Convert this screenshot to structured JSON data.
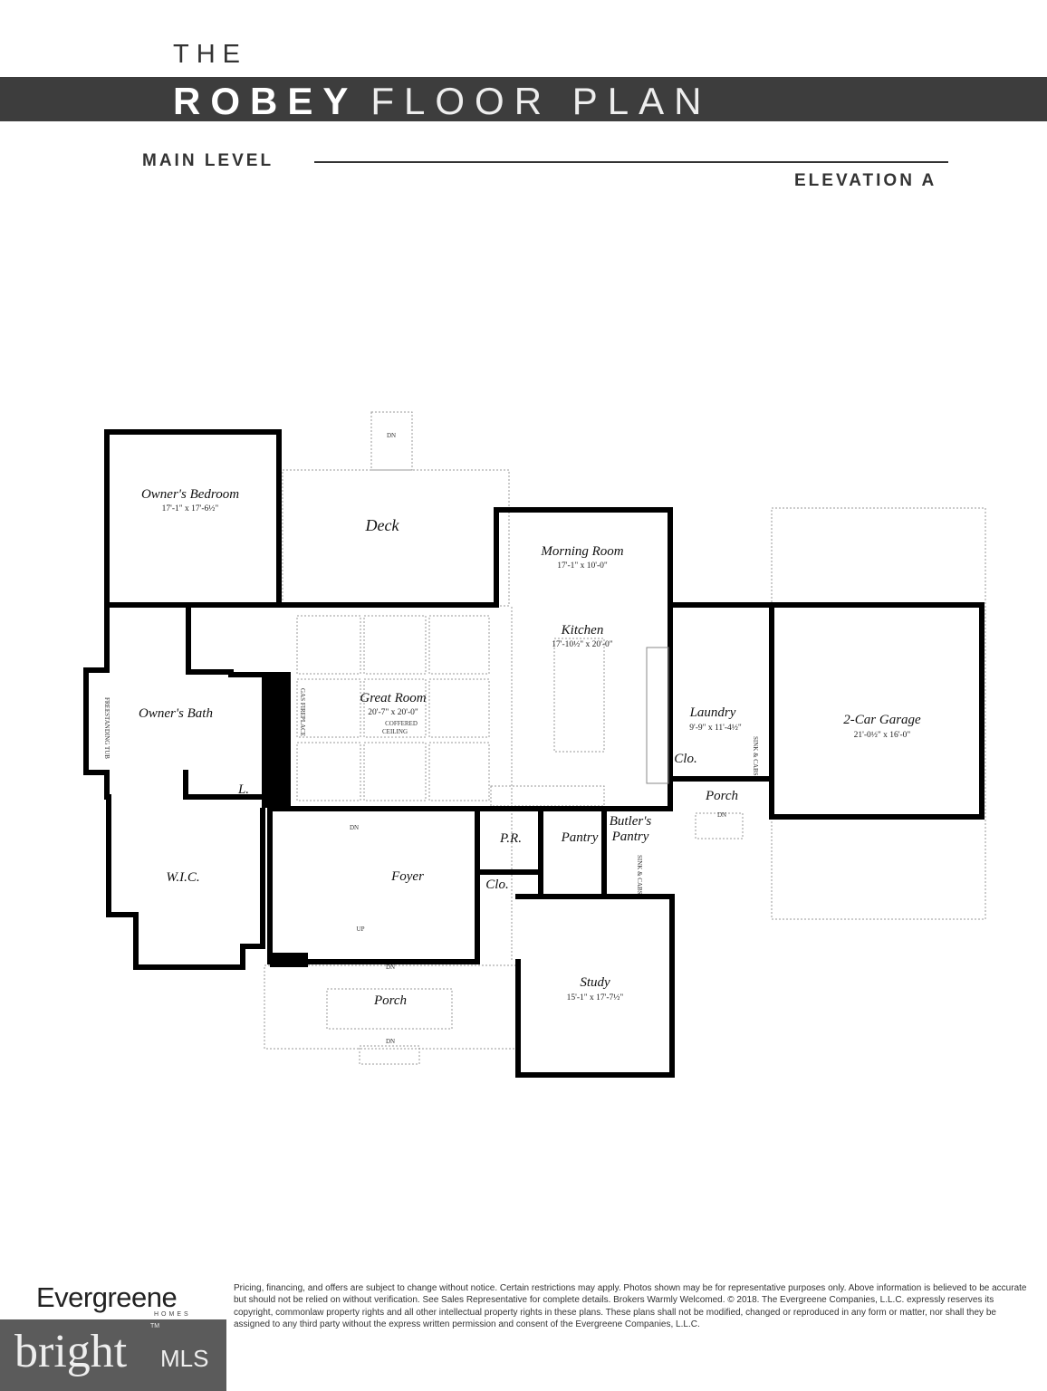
{
  "header": {
    "pre_title": "THE",
    "title_bold": "ROBEY",
    "title_light": "FLOOR PLAN",
    "level": "MAIN LEVEL",
    "elevation": "ELEVATION A"
  },
  "rooms": [
    {
      "name": "Owner's Bedroom",
      "dims": "17'-1\" x 17'-6½\""
    },
    {
      "name": "Deck",
      "dims": ""
    },
    {
      "name": "Morning Room",
      "dims": "17'-1\" x 10'-0\""
    },
    {
      "name": "Kitchen",
      "dims": "17'-10½\" x 20'-0\""
    },
    {
      "name": "Great Room",
      "dims": "20'-7\" x 20'-0\""
    },
    {
      "name": "Owner's Bath",
      "dims": ""
    },
    {
      "name": "Laundry",
      "dims": "9'-9\" x 11'-4½\""
    },
    {
      "name": "2-Car Garage",
      "dims": "21'-0½\" x 16'-0\""
    },
    {
      "name": "W.I.C.",
      "dims": ""
    },
    {
      "name": "Foyer",
      "dims": ""
    },
    {
      "name": "P.R.",
      "dims": ""
    },
    {
      "name": "Pantry",
      "dims": ""
    },
    {
      "name": "Butler's Pantry",
      "dims": ""
    },
    {
      "name": "Clo.",
      "dims": ""
    },
    {
      "name": "Clo.",
      "dims": ""
    },
    {
      "name": "Porch",
      "dims": ""
    },
    {
      "name": "Porch",
      "dims": ""
    },
    {
      "name": "Study",
      "dims": "15'-1\" x 17'-7½\""
    },
    {
      "name": "L.",
      "dims": ""
    }
  ],
  "notes": {
    "coffered": "COFFERED",
    "ceiling": "CEILING",
    "gas_fireplace": "GAS FIREPLACE",
    "freestanding_tub": "FREESTANDING TUB",
    "sink_cabs": "SINK & CABS",
    "dn": "DN",
    "up": "UP"
  },
  "footer": {
    "brand": "Evergreene",
    "brand_sub": "HOMES",
    "disclaimer": "Pricing, financing, and offers are subject to change without notice. Certain restrictions may apply. Photos shown may be for representative purposes only. Above information is believed to be accurate but should not be relied on without verification. See Sales Representative for complete details. Brokers Warmly Welcomed. © 2018. The Evergreene Companies, L.L.C. expressly reserves its copyright, commonlaw property rights and all other intellectual property rights in these plans. These plans shall not be modified, changed or reproduced in any form or matter, nor shall they be assigned to any third party without the express written permission and consent of the Evergreene Companies, L.L.C.",
    "watermark_word": "bright",
    "watermark_mls": "MLS",
    "watermark_tm": "TM"
  },
  "colors": {
    "band": "#3d3d3d",
    "wall": "#000000",
    "watermark_bg": "#5b5b5b",
    "watermark_accent": "#e07a3a"
  }
}
